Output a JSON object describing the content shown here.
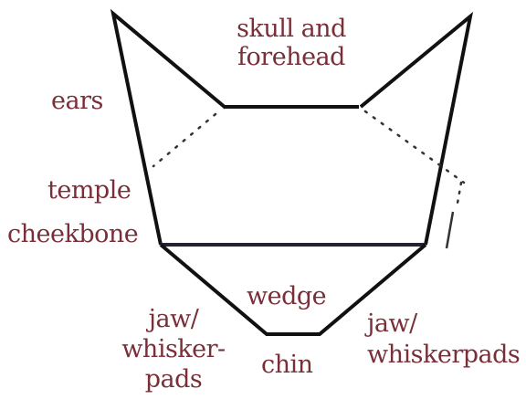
{
  "diagram": {
    "labels": {
      "skull_line1": "skull and",
      "skull_line2": "forehead",
      "ears": "ears",
      "temple": "temple",
      "cheekbone": "cheekbone",
      "wedge": "wedge",
      "jaw_left_line1": "jaw/",
      "jaw_left_line2": "whisker-",
      "jaw_left_line3": "pads",
      "chin": "chin",
      "jaw_right_line1": "jaw/",
      "jaw_right_line2": "whiskerpads"
    },
    "colors": {
      "label": "#7a2e38",
      "outline": "#111111",
      "dotted": "#333333"
    }
  }
}
